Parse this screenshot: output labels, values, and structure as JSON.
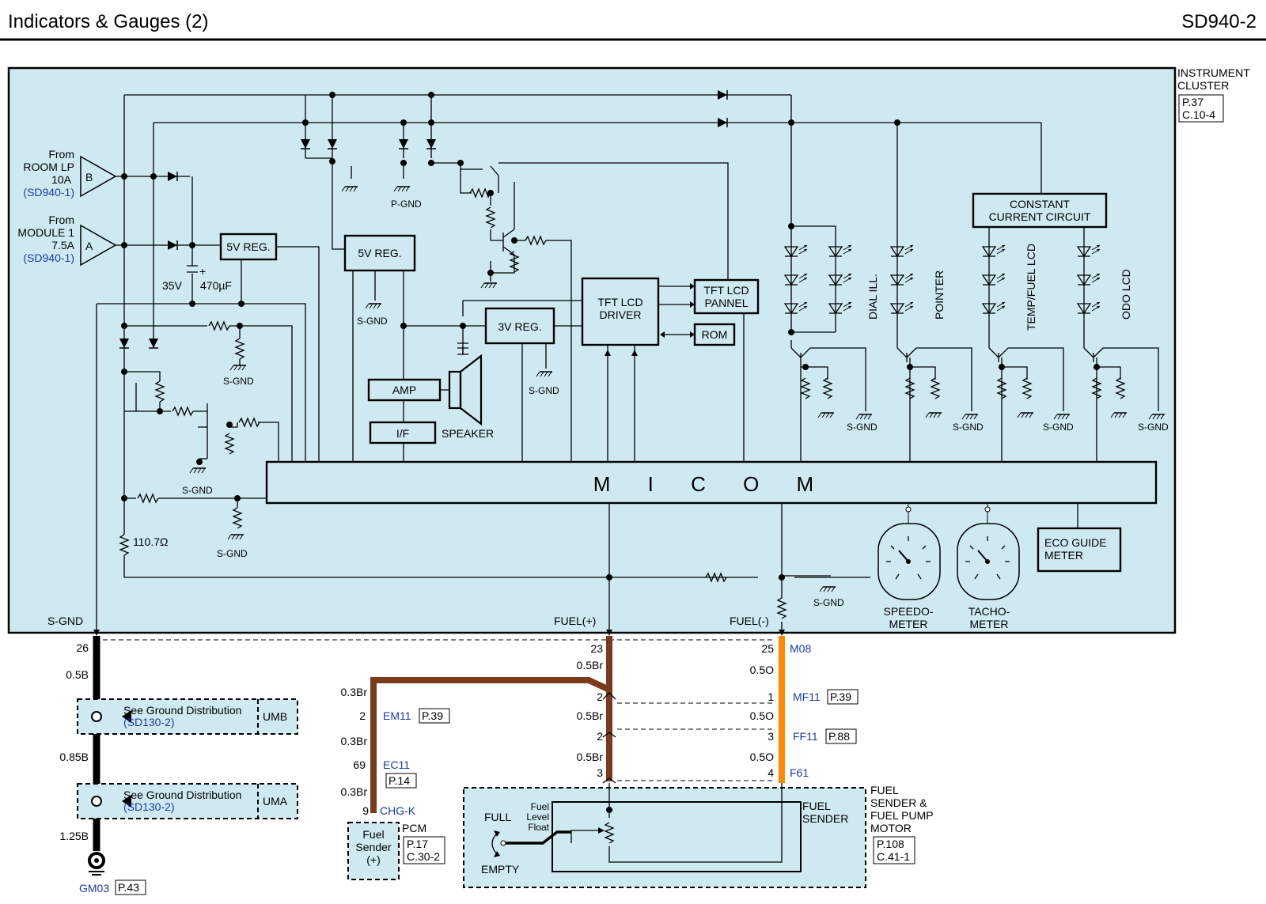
{
  "header": {
    "title": "Indicators & Gauges (2)",
    "code": "SD940-2"
  },
  "cluster": {
    "label_line1": "INSTRUMENT",
    "label_line2": "CLUSTER",
    "ref_line1": "P.37",
    "ref_line2": "C.10-4",
    "inputs": [
      {
        "letter": "B",
        "line1": "From",
        "line2": "ROOM LP",
        "line3": "10A",
        "ref": "(SD940-1)"
      },
      {
        "letter": "A",
        "line1": "From",
        "line2": "MODULE 1",
        "line3": "7.5A",
        "ref": "(SD940-1)"
      }
    ],
    "cap_voltage": "35V",
    "cap_value": "470µF",
    "reg_5v_a": "5V REG.",
    "reg_5v_b": "5V REG.",
    "reg_3v": "3V REG.",
    "amp": "AMP",
    "if": "I/F",
    "speaker": "SPEAKER",
    "tft_driver_1": "TFT LCD",
    "tft_driver_2": "DRIVER",
    "tft_panel_1": "TFT LCD",
    "tft_panel_2": "PANNEL",
    "rom": "ROM",
    "ccc_1": "CONSTANT",
    "ccc_2": "CURRENT CIRCUIT",
    "led_groups": [
      "DIAL ILL.",
      "POINTER",
      "TEMP/FUEL LCD",
      "ODO LCD"
    ],
    "micom": "M I C O M",
    "pgnd": "P-GND",
    "sgnd": "S-GND",
    "resistor_value": "110.7Ω",
    "eco_1": "ECO GUIDE",
    "eco_2": "METER",
    "speedo_1": "SPEEDO-",
    "speedo_2": "METER",
    "tacho_1": "TACHO-",
    "tacho_2": "METER",
    "pins": {
      "sgnd": "S-GND",
      "fuel_plus": "FUEL(+)",
      "fuel_minus": "FUEL(-)"
    }
  },
  "harness": {
    "ground": {
      "pin": "26",
      "wire1": "0.5B",
      "wire2": "0.85B",
      "wire3": "1.25B",
      "ground_id": "GM03",
      "ground_ref": "P.43"
    },
    "splices": [
      {
        "text": "See Ground Distribution",
        "ref": "(SD130-2)",
        "id": "UMB"
      },
      {
        "text": "See Ground Distribution",
        "ref": "(SD130-2)",
        "id": "UMA"
      }
    ],
    "fuel_plus": {
      "pin": "23",
      "wire": "0.5Br",
      "c1_pin": "2",
      "wire2": "0.5Br",
      "c2_pin": "2",
      "wire3": "0.5Br",
      "c3_pin": "3"
    },
    "fuel_minus": {
      "pin": "25",
      "connector": "M08",
      "wire": "0.5O",
      "c1_pin": "1",
      "c1": "MF11",
      "c1_ref": "P.39",
      "wire2": "0.5O",
      "c2_pin": "3",
      "c2": "FF11",
      "c2_ref": "P.88",
      "wire3": "0.5O",
      "c3_pin": "4",
      "c3": "F61"
    },
    "pcm_branch": {
      "wire1": "0.3Br",
      "em_pin": "2",
      "em": "EM11",
      "em_ref": "P.39",
      "wire2": "0.3Br",
      "ec_pin": "69",
      "ec": "EC11",
      "ec_ref": "P.14",
      "wire3": "0.3Br",
      "pcm_pin": "9",
      "pcm_conn": "CHG-K"
    },
    "pcm": {
      "s1": "Fuel",
      "s2": "Sender",
      "s3": "(+)",
      "label": "PCM",
      "ref1": "P.17",
      "ref2": "C.30-2"
    },
    "sender": {
      "full": "FULL",
      "empty": "EMPTY",
      "float_1": "Fuel",
      "float_2": "Level",
      "float_3": "Float",
      "name_1": "FUEL",
      "name_2": "SENDER",
      "assy_1": "FUEL",
      "assy_2": "SENDER &",
      "assy_3": "FUEL PUMP",
      "assy_4": "MOTOR",
      "ref1": "P.108",
      "ref2": "C.41-1"
    }
  },
  "colors": {
    "cluster_fill": "#cfe9f0",
    "brown_wire": "#7a3a1c",
    "orange_wire": "#ff8a00",
    "ref_blue": "#1a3aa8"
  }
}
